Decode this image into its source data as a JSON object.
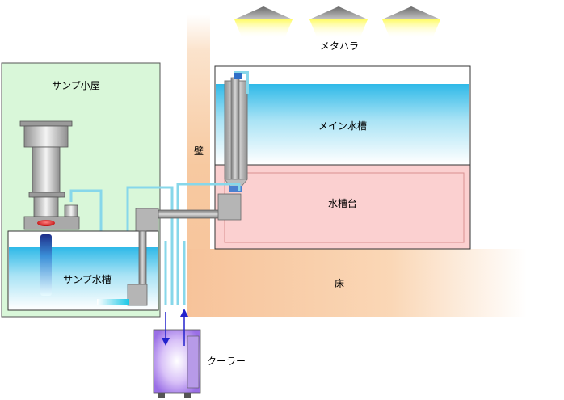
{
  "labels": {
    "metal_halide": "メタハラ",
    "sump_room": "サンプ小屋",
    "wall": "壁",
    "main_tank": "メイン水槽",
    "tank_stand": "水槽台",
    "sump_tank": "サンプ水槽",
    "floor": "床",
    "cooler": "クーラー"
  },
  "colors": {
    "sump_room_fill": "#d9f7d9",
    "wall_floor": "#f7c9a0",
    "water_top": "#33bde9",
    "stand_fill": "#fbd0d0",
    "pipe_gray": "#a8a8a8",
    "pipe_blue": "#87d7ea",
    "cooler": "#c8a8f2",
    "flow_arrow": "#2222cc",
    "valve_red": "#e02020"
  },
  "icons": [
    "lamp-icon",
    "flow-arrow-down-icon",
    "flow-arrow-up-icon"
  ]
}
